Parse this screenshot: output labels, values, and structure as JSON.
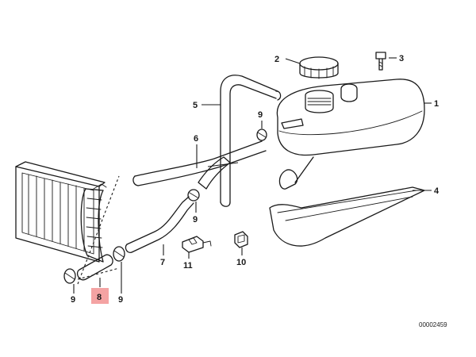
{
  "diagram": {
    "callouts": [
      {
        "id": "c1",
        "label": "1"
      },
      {
        "id": "c2",
        "label": "2"
      },
      {
        "id": "c3",
        "label": "3"
      },
      {
        "id": "c4",
        "label": "4"
      },
      {
        "id": "c5",
        "label": "5"
      },
      {
        "id": "c6",
        "label": "6"
      },
      {
        "id": "c7",
        "label": "7"
      },
      {
        "id": "c8",
        "label": "8",
        "highlighted": true
      },
      {
        "id": "c9a",
        "label": "9"
      },
      {
        "id": "c9b",
        "label": "9"
      },
      {
        "id": "c9c",
        "label": "9"
      },
      {
        "id": "c9d",
        "label": "9"
      },
      {
        "id": "c10",
        "label": "10"
      },
      {
        "id": "c11",
        "label": "11"
      }
    ],
    "reference_number": "00002459",
    "highlight_color": "#f4a3a3"
  }
}
